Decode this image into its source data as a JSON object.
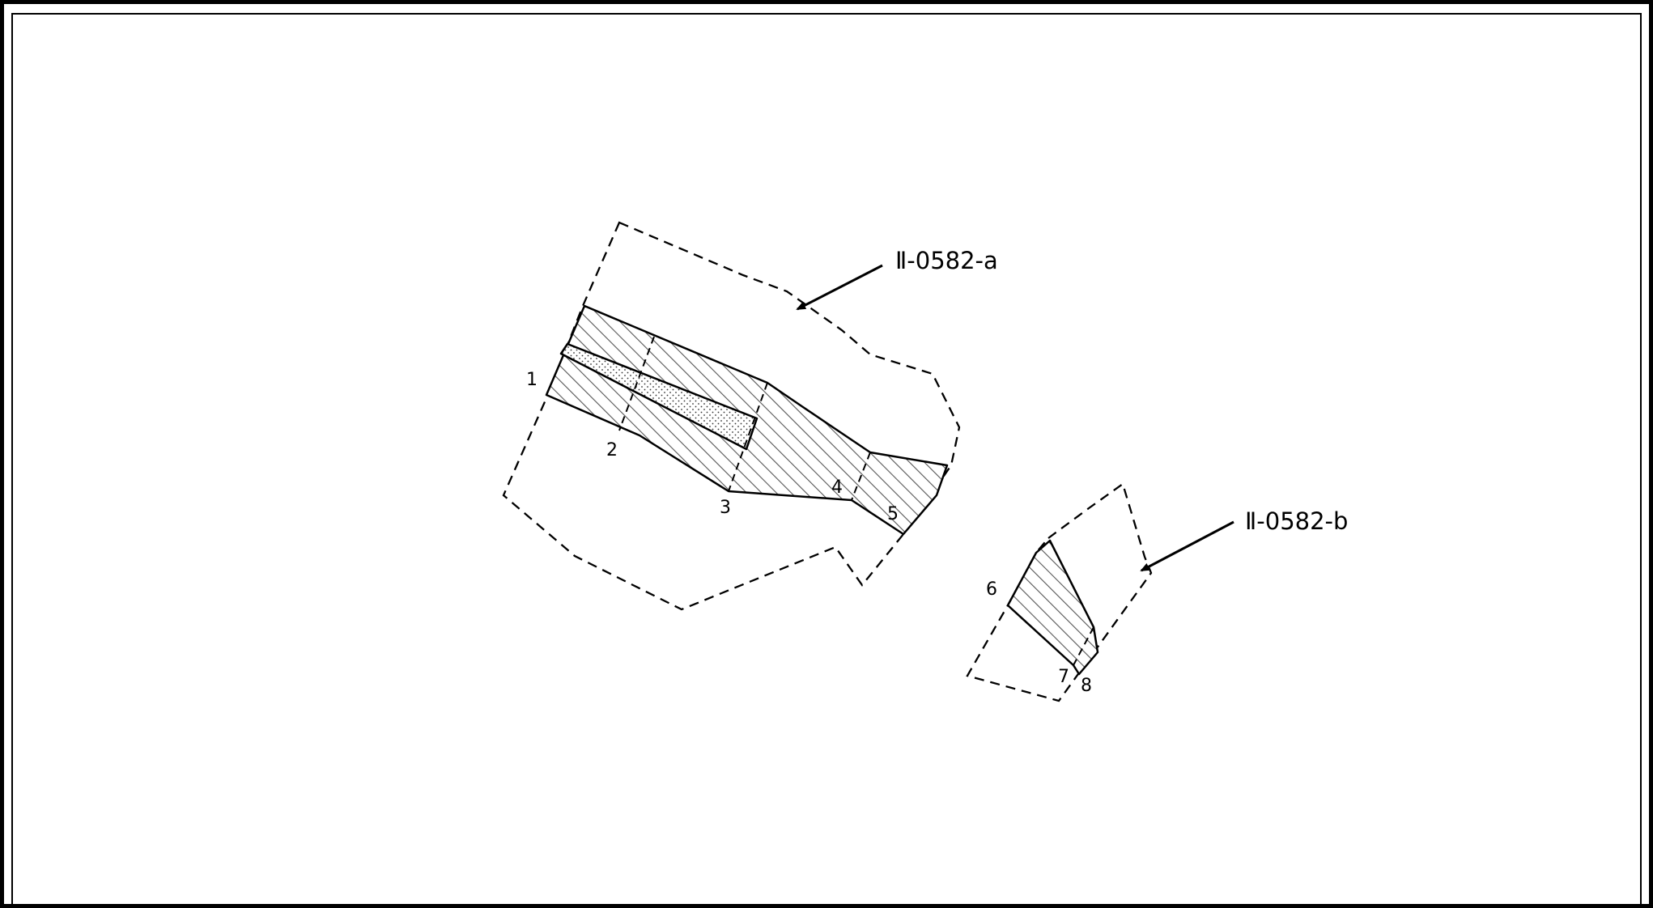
{
  "areas": {
    "a": {
      "label": "Ⅱ-0582-a"
    },
    "b": {
      "label": "Ⅱ-0582-b"
    }
  },
  "points": [
    {
      "id": "p1",
      "label": "1"
    },
    {
      "id": "p2",
      "label": "2"
    },
    {
      "id": "p3",
      "label": "3"
    },
    {
      "id": "p4",
      "label": "4"
    },
    {
      "id": "p5",
      "label": "5"
    },
    {
      "id": "p6",
      "label": "6"
    },
    {
      "id": "p7",
      "label": "7"
    },
    {
      "id": "p8",
      "label": "8"
    }
  ],
  "colors": {
    "line": "#000000",
    "hatch": "#555555",
    "background": "#ffffff"
  }
}
